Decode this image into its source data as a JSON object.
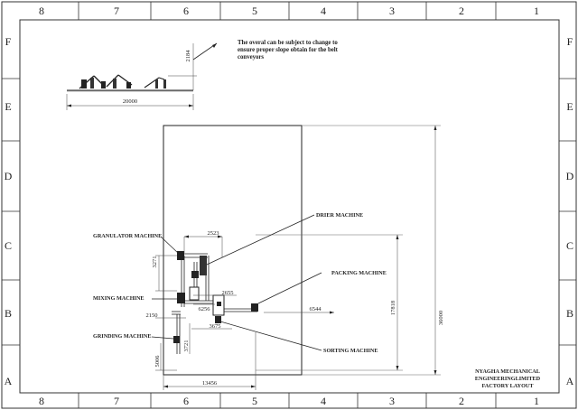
{
  "sheet": {
    "zone_columns": [
      "8",
      "7",
      "6",
      "5",
      "4",
      "3",
      "2",
      "1"
    ],
    "zone_rows": [
      "F",
      "E",
      "D",
      "C",
      "B",
      "A"
    ]
  },
  "note": {
    "lines": [
      "The overal can be subject to change to",
      "ensure proper slope obtain for the belt",
      "conveyors"
    ]
  },
  "elevation": {
    "length_dim": "20000",
    "height_dim": "2184"
  },
  "plan": {
    "dims": {
      "building_length": "36000",
      "width": "13456",
      "line_span": "17818",
      "d_2523": "2523",
      "d_3271": "3271",
      "d_2655": "2655",
      "d_6256": "6256",
      "d_2150": "2150",
      "d_3675": "3675",
      "d_6544": "6544",
      "d_5006": "5006",
      "d_3721": "3721"
    },
    "labels": {
      "granulator": "GRANULATOR MACHINE",
      "mixing": "MIXING MACHINE",
      "grinding": "GRINDING MACHINE",
      "drier": "DRIER MACHINE",
      "packing": "PACKING MACHINE",
      "sorting": "SORTING MACHINE"
    }
  },
  "title_block": {
    "lines": [
      "NYAGHA MECHANICAL",
      "ENGINEERINGLIMITED",
      "FACTORY LAYOUT"
    ]
  }
}
